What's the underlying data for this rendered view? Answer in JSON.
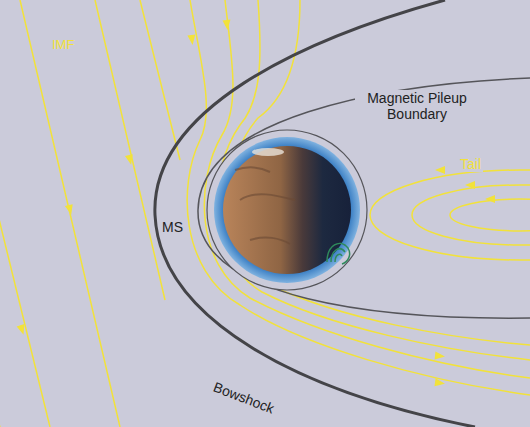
{
  "diagram": {
    "labels": [
      "IMF",
      "Magnetic Pileup Boundary",
      "MS",
      "Tail",
      "Bowshock"
    ]
  }
}
